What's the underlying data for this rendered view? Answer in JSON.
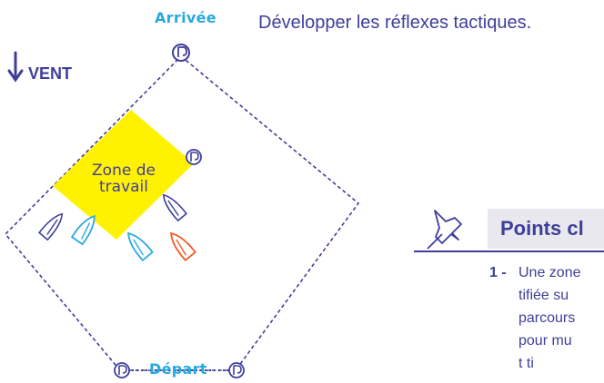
{
  "heading": "Développer les réflexes tactiques.",
  "wind": {
    "label": "VENT"
  },
  "marks": {
    "finish": "Arrivée",
    "start": "Départ"
  },
  "zone": {
    "line1": "Zone de",
    "line2": "travail"
  },
  "key_points": {
    "title": "Points cl",
    "item_number": "1 -",
    "lines": [
      "Une zone",
      "tifiée su",
      "parcours",
      "pour mu",
      "t ti"
    ]
  },
  "colors": {
    "navy": "#3f3e9a",
    "yellow": "#fff200",
    "cyan": "#28a9e0",
    "red": "#f15a24",
    "panel": "#e9e8ee"
  }
}
